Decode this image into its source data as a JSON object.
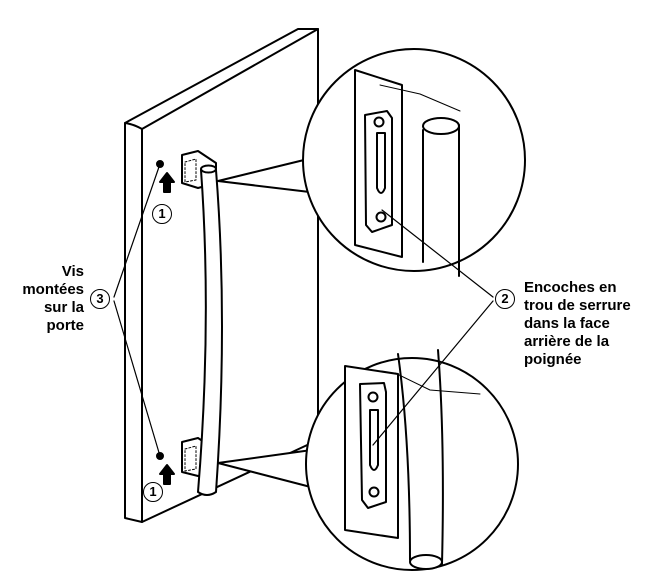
{
  "callouts": {
    "step_1": "1",
    "step_2": "2",
    "step_3": "3"
  },
  "labels": {
    "door_screws": [
      "Vis",
      "montées",
      "sur la",
      "porte"
    ],
    "keyhole_slots": [
      "Encoches en",
      "trou de serrure",
      "dans la face",
      "arrière de la",
      "poignée"
    ]
  },
  "colors": {
    "line": "#000000",
    "fill": "#ffffff"
  }
}
